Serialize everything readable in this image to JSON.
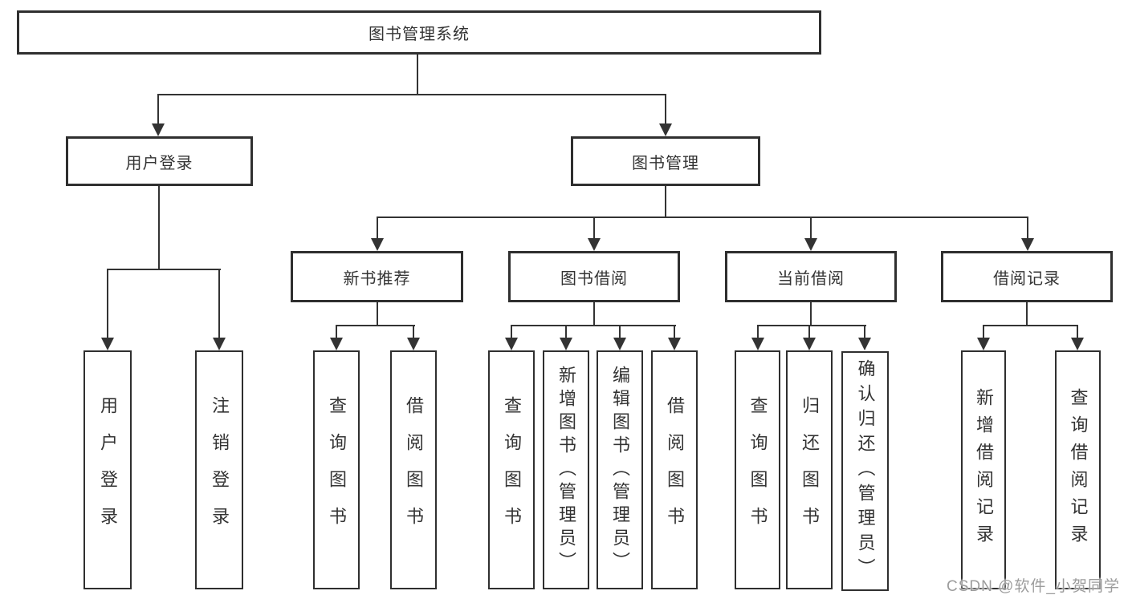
{
  "colors": {
    "line": "#333333",
    "box_border": "#2f2f2f",
    "text": "#333333",
    "watermark": "#9c9c9c",
    "background": "#ffffff"
  },
  "watermark": "CSDN @软件_小贺同学",
  "tree": {
    "root": {
      "label": "图书管理系统"
    },
    "user_login": {
      "label": "用户登录",
      "children": [
        "用户登录",
        "注销登录"
      ]
    },
    "book_mgmt": {
      "label": "图书管理",
      "sections": {
        "new_books": {
          "label": "新书推荐",
          "children": [
            "查询图书",
            "借阅图书"
          ]
        },
        "borrowing": {
          "label": "图书借阅",
          "children": [
            "查询图书",
            "新增图书（管理员）",
            "编辑图书（管理员）",
            "借阅图书"
          ]
        },
        "current": {
          "label": "当前借阅",
          "children": [
            "查询图书",
            "归还图书",
            "确认归还（管理员）"
          ]
        },
        "records": {
          "label": "借阅记录",
          "children": [
            "新增借阅记录",
            "查询借阅记录"
          ]
        }
      }
    }
  }
}
